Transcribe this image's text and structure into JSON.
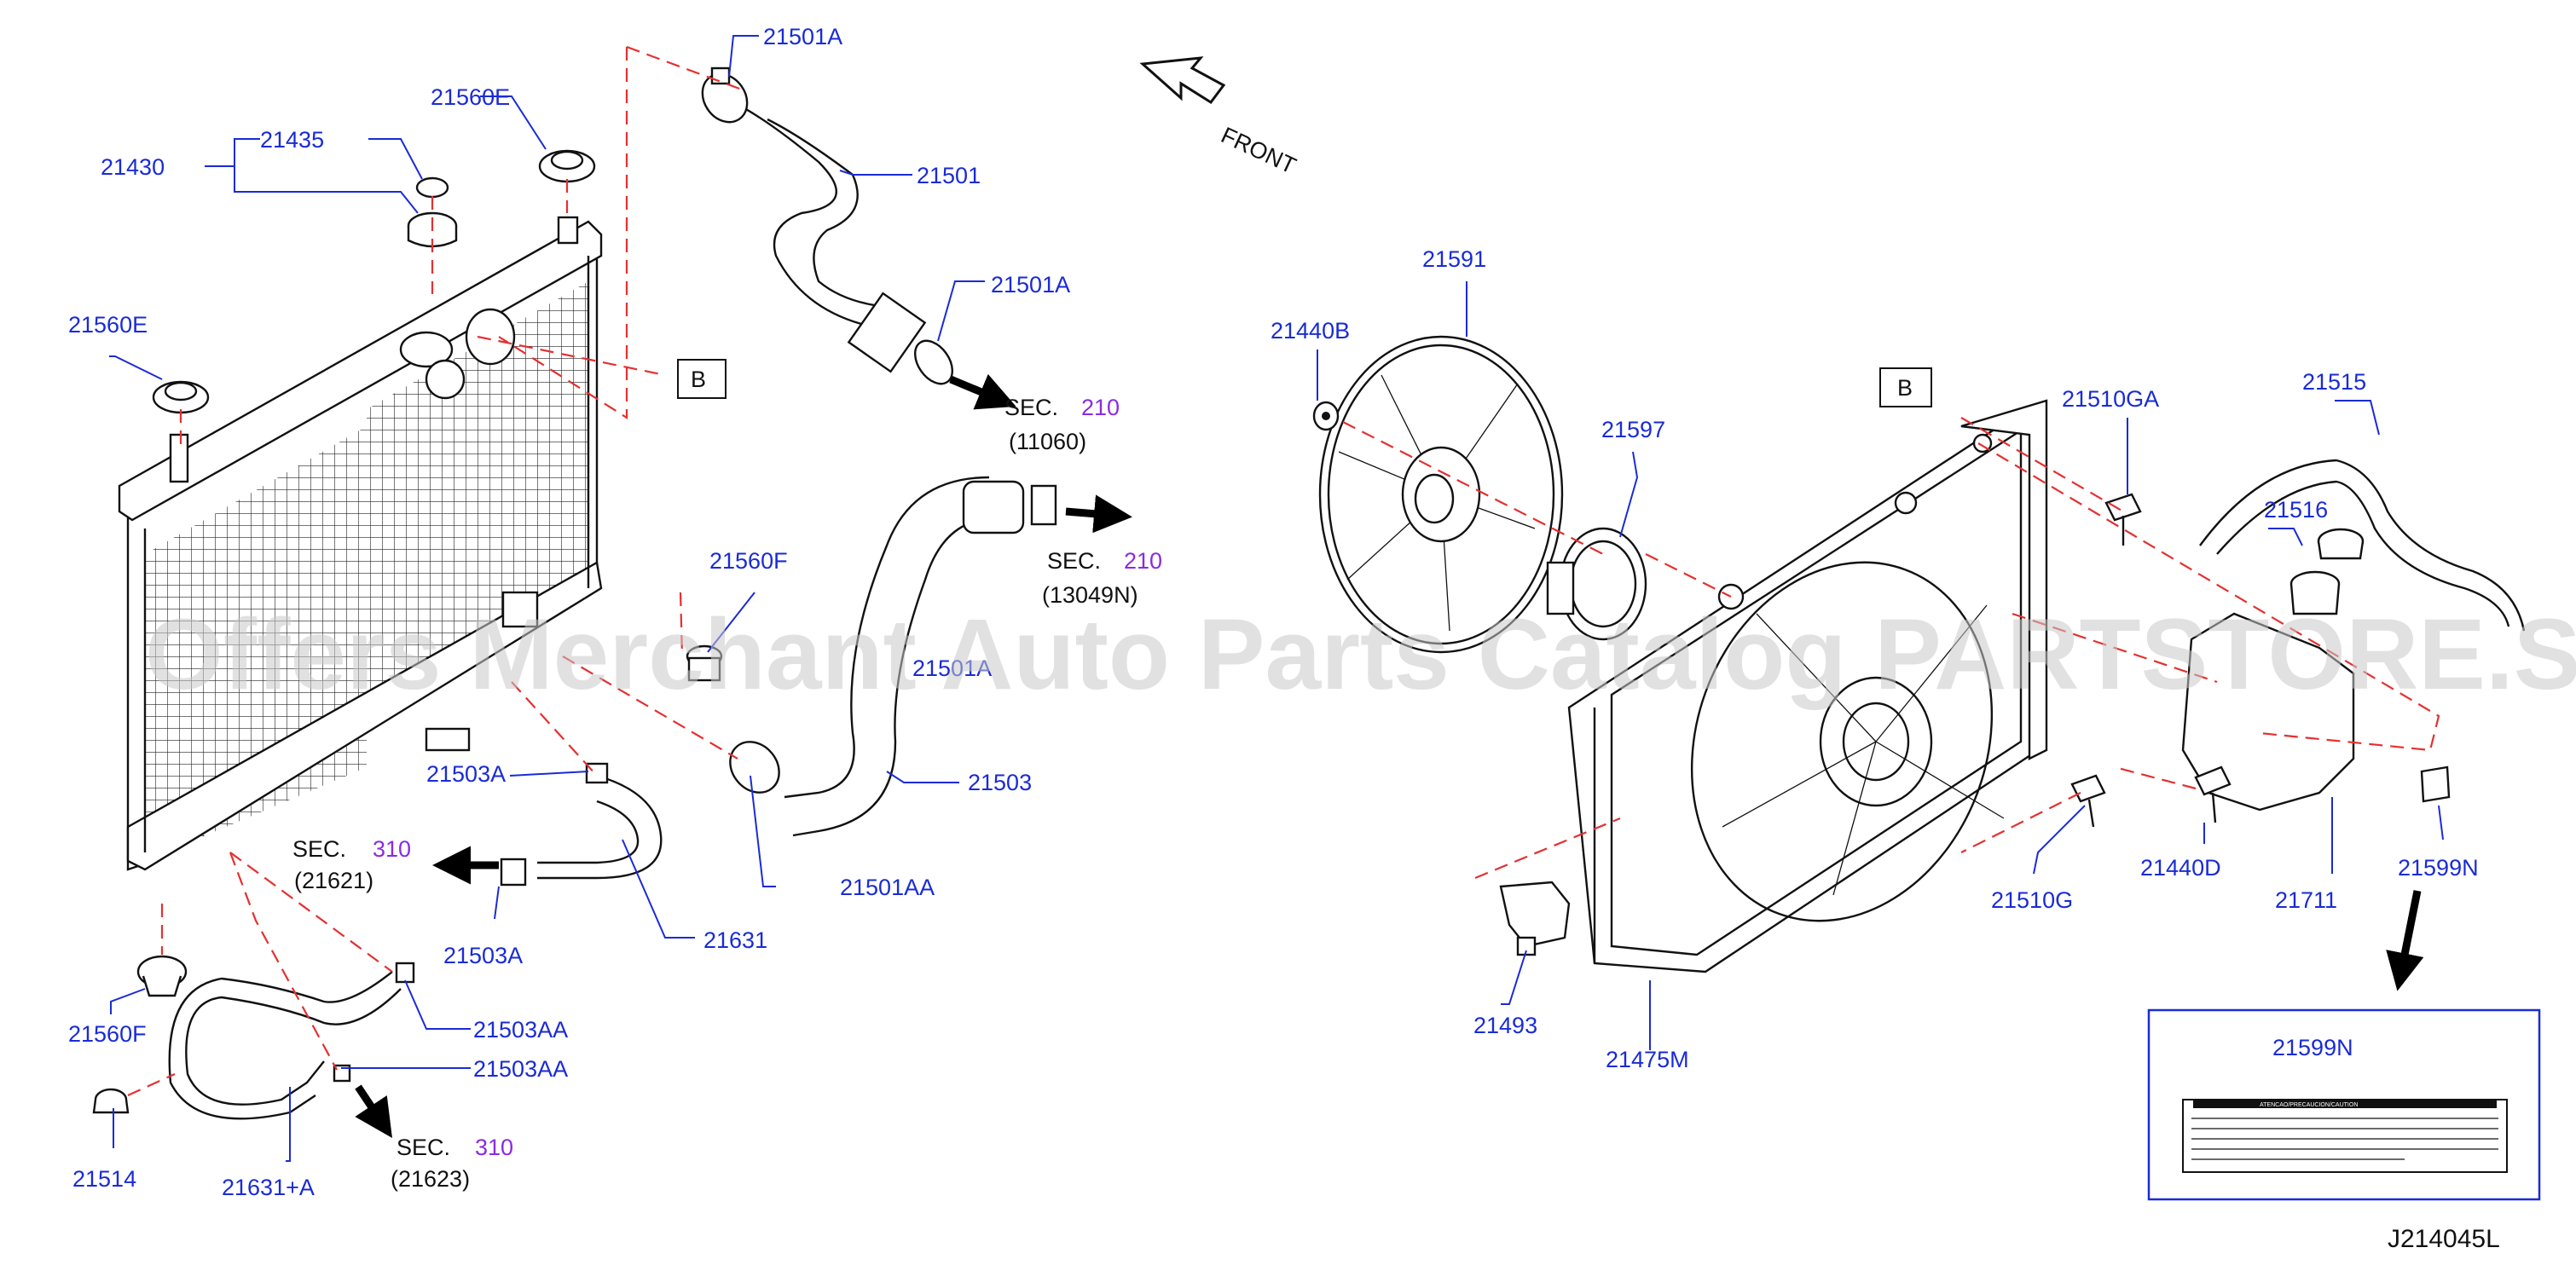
{
  "watermark": "Offers Merchant Auto Parts Catalog PARTSTORE.SA",
  "diagram_code": "J214045L",
  "front_label": "FRONT",
  "ref_box": "B",
  "labels": {
    "p21501A_top": "21501A",
    "p21560E_top": "21560E",
    "p21435": "21435",
    "p21430": "21430",
    "p21560E_left": "21560E",
    "p21501": "21501",
    "p21501A_mid": "21501A",
    "p21560F_mid": "21560F",
    "p21501A_ghost": "21501A",
    "p21503A_top": "21503A",
    "p21503": "21503",
    "p21501AA": "21501AA",
    "p21503A_bot": "21503A",
    "p21631": "21631",
    "p21560F_bot": "21560F",
    "p21503AA_1": "21503AA",
    "p21503AA_2": "21503AA",
    "p21514": "21514",
    "p21631A": "21631+A",
    "p21591": "21591",
    "p21440B": "21440B",
    "p21597": "21597",
    "p21510GA": "21510GA",
    "p21515": "21515",
    "p21516": "21516",
    "p21440D": "21440D",
    "p21711": "21711",
    "p21599N": "21599N",
    "p21510G": "21510G",
    "p21493": "21493",
    "p21475M": "21475M",
    "p21599N_box": "21599N"
  },
  "sections": {
    "s1": {
      "sec": "SEC.",
      "num": "210",
      "code": "(11060)"
    },
    "s2": {
      "sec": "SEC.",
      "num": "210",
      "code": "(13049N)"
    },
    "s3": {
      "sec": "SEC.",
      "num": "310",
      "code": "(21621)"
    },
    "s4": {
      "sec": "SEC.",
      "num": "310",
      "code": "(21623)"
    }
  },
  "caution_label": "ATENCAO/PRECAUCION/CAUTION"
}
